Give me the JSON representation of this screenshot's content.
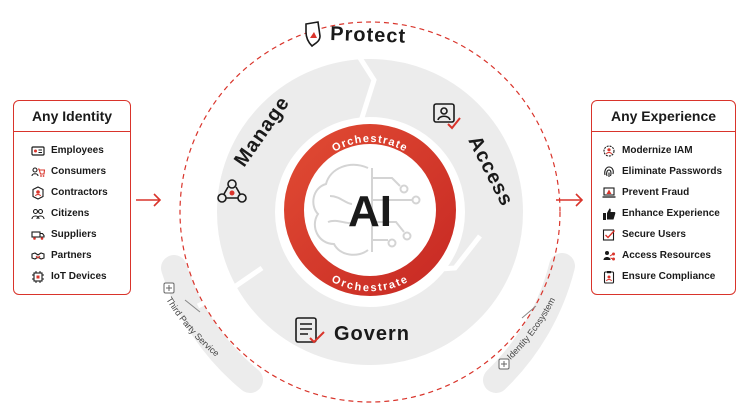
{
  "left_panel": {
    "title": "Any Identity",
    "items": [
      {
        "label": "Employees",
        "icon": "id-card-icon"
      },
      {
        "label": "Consumers",
        "icon": "shopping-cart-icon"
      },
      {
        "label": "Contractors",
        "icon": "badge-icon"
      },
      {
        "label": "Citizens",
        "icon": "people-icon"
      },
      {
        "label": "Suppliers",
        "icon": "truck-icon"
      },
      {
        "label": "Partners",
        "icon": "handshake-icon"
      },
      {
        "label": "IoT Devices",
        "icon": "chip-icon"
      }
    ]
  },
  "right_panel": {
    "title": "Any Experience",
    "items": [
      {
        "label": "Modernize IAM",
        "icon": "gear-person-icon"
      },
      {
        "label": "Eliminate Passwords",
        "icon": "fingerprint-icon"
      },
      {
        "label": "Prevent Fraud",
        "icon": "warning-laptop-icon"
      },
      {
        "label": "Enhance Experience",
        "icon": "thumbs-up-icon"
      },
      {
        "label": "Secure Users",
        "icon": "check-box-icon"
      },
      {
        "label": "Access Resources",
        "icon": "person-network-icon"
      },
      {
        "label": "Ensure Compliance",
        "icon": "clipboard-icon"
      }
    ]
  },
  "diagram": {
    "protect": "Protect",
    "manage": "Manage",
    "access": "Access",
    "govern": "Govern",
    "orchestrate_top": "Orchestrate",
    "orchestrate_bottom": "Orchestrate",
    "center": "AI",
    "third_party": "Third Party Service",
    "identity_ecosystem": "Identity Ecosystem"
  },
  "colors": {
    "accent": "#d9342b",
    "dark": "#1a1a1a",
    "ring_gray": "#ebebeb"
  }
}
